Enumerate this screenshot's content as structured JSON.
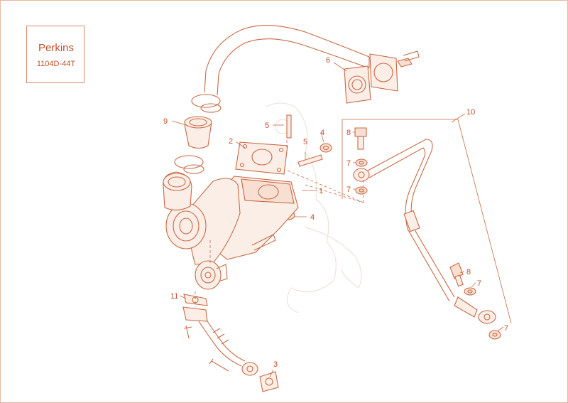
{
  "brand": {
    "name": "Perkins",
    "model": "1104D-44T"
  },
  "callouts": [
    {
      "id": "c1",
      "label": "1"
    },
    {
      "id": "c2",
      "label": "2"
    },
    {
      "id": "c3",
      "label": "3"
    },
    {
      "id": "c4a",
      "label": "4"
    },
    {
      "id": "c4b",
      "label": "4"
    },
    {
      "id": "c5a",
      "label": "5"
    },
    {
      "id": "c5b",
      "label": "5"
    },
    {
      "id": "c6",
      "label": "6"
    },
    {
      "id": "c7a",
      "label": "7"
    },
    {
      "id": "c7b",
      "label": "7"
    },
    {
      "id": "c7c",
      "label": "7"
    },
    {
      "id": "c7d",
      "label": "7"
    },
    {
      "id": "c8a",
      "label": "8"
    },
    {
      "id": "c8b",
      "label": "8"
    },
    {
      "id": "c9",
      "label": "9"
    },
    {
      "id": "c10",
      "label": "10"
    },
    {
      "id": "c11",
      "label": "11"
    }
  ],
  "colors": {
    "line": "#c96a45",
    "text": "#c2502a",
    "fill": "#fbeee7",
    "border": "#e3b7a3"
  }
}
